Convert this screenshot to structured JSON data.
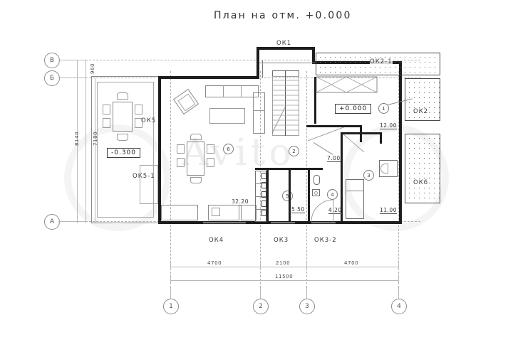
{
  "drawing": {
    "title": "План на отм. +0.000",
    "type": "architectural-floor-plan"
  },
  "elevations": [
    {
      "name": "terrace-elevation",
      "value": "-0.300"
    },
    {
      "name": "floor-elevation",
      "value": "+0.000"
    }
  ],
  "axes": {
    "vertical_labels": [
      "В",
      "Б",
      "А"
    ],
    "horizontal_labels": [
      "1",
      "2",
      "3",
      "4"
    ]
  },
  "dimensions": {
    "vertical": [
      "960",
      "8140",
      "7180"
    ],
    "horizontal_chain": [
      "4700",
      "2100",
      "4700"
    ],
    "horizontal_total": "11500"
  },
  "windows": [
    {
      "code": "ОК1",
      "position": "top"
    },
    {
      "code": "ОК2-1",
      "position": "top-right-terrace"
    },
    {
      "code": "ОК2",
      "position": "right"
    },
    {
      "code": "ОК6",
      "position": "right-lower-terrace"
    },
    {
      "code": "ОК5",
      "position": "left-terrace"
    },
    {
      "code": "ОК5-1",
      "position": "left-terrace-lower"
    },
    {
      "code": "ОК4",
      "position": "bottom-left"
    },
    {
      "code": "ОК3",
      "position": "bottom-middle"
    },
    {
      "code": "ОК3-2",
      "position": "bottom-right"
    }
  ],
  "rooms": [
    {
      "number": "1",
      "area": "12.00"
    },
    {
      "number": "2",
      "area": "7.00"
    },
    {
      "number": "3",
      "area": "11.00"
    },
    {
      "number": "4",
      "area": "4.20"
    },
    {
      "number": "5",
      "area": "5.50"
    },
    {
      "number": "6",
      "area": "32.20"
    }
  ],
  "colors": {
    "paper": "#ffffff",
    "wall": "#1d1d1d",
    "line": "#b9b9b9",
    "text": "#2a2a2a",
    "watermark": "rgba(150,150,150,0.17)"
  },
  "watermark": {
    "text": "Avito"
  }
}
